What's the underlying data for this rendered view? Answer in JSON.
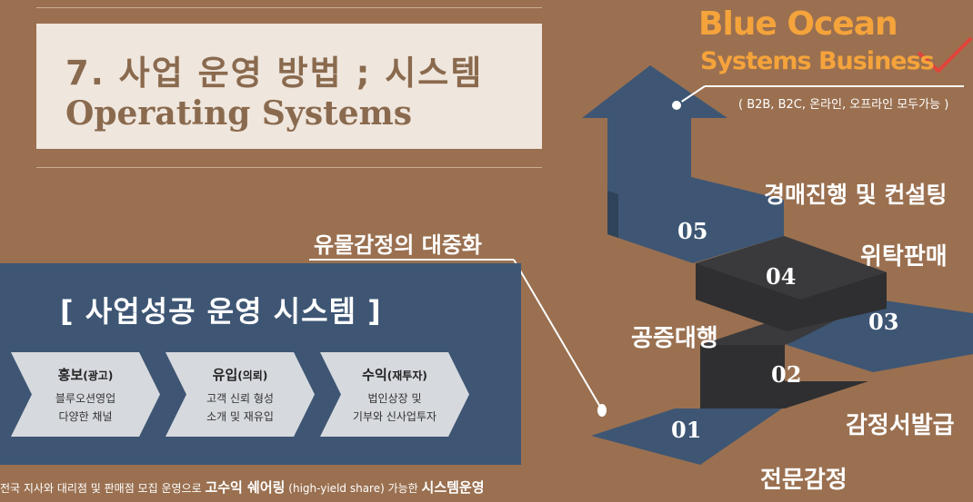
{
  "title": {
    "korean": "7. 사업 운영 방법 ; 시스템",
    "english": "Operating Systems"
  },
  "brand": {
    "line1": "Blue Ocean",
    "line2": "Systems Business",
    "note": "( B2B, B2C, 온라인, 오프라인 모두가능 )"
  },
  "panel": {
    "title": "[ 사업성공 운영 시스템 ]",
    "steps": [
      {
        "head": "홍보",
        "sub": "(광고)",
        "line1": "블루오션영업",
        "line2": "다양한 채널"
      },
      {
        "head": "유입",
        "sub": "(의뢰)",
        "line1": "고객 신뢰 형성",
        "line2": "소개 및 재유입"
      },
      {
        "head": "수익",
        "sub": "(재투자)",
        "line1": "법인상장 및",
        "line2": "기부와 신사업투자"
      }
    ]
  },
  "bottom_note": {
    "pre": "전국 지사와 대리점 및 판매점 모집 운영으로 ",
    "bold1": "고수익 쉐어링",
    "mid": " (high-yield share) 가능한 ",
    "bold2": "시스템운영"
  },
  "popularize_label": "유물감정의 대중화",
  "stairs": {
    "numbers": [
      "01",
      "02",
      "03",
      "04",
      "05"
    ],
    "labels": {
      "s01": "전문감정",
      "s02": "감정서발급",
      "s03": "공증대행",
      "s04": "위탁판매",
      "s05": "경매진행 및 컨설팅"
    }
  },
  "colors": {
    "background": "#9a7050",
    "panel_blue": "#3e5674",
    "stair_dark": "#2f2f31",
    "accent_orange": "#f5a33b",
    "check_red": "#e0443a"
  }
}
